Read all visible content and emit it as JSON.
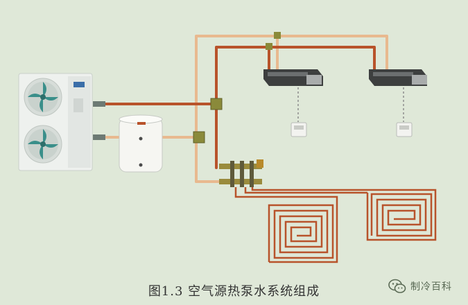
{
  "caption": "图1.3 空气源热泵水系统组成",
  "watermark": {
    "text": "制冷百科",
    "icon": "wechat-icon"
  },
  "colors": {
    "background": "#dfe8d8",
    "supply_pipe": "#b8532b",
    "return_pipe": "#e8b98f",
    "unit_body": "#eef1ee",
    "fan_blade": "#3a8f8a",
    "tank": "#f6f6f2",
    "fan_coil": "#3d3f3f",
    "thermostat": "#f3f3f0"
  },
  "components": [
    {
      "id": "outdoor-unit",
      "label": ""
    },
    {
      "id": "water-tank",
      "label": ""
    },
    {
      "id": "fan-coil-1",
      "label": ""
    },
    {
      "id": "fan-coil-2",
      "label": ""
    },
    {
      "id": "thermostat-1",
      "label": ""
    },
    {
      "id": "thermostat-2",
      "label": ""
    },
    {
      "id": "manifold",
      "label": ""
    },
    {
      "id": "floor-heating-loop-1",
      "label": ""
    },
    {
      "id": "floor-heating-loop-2",
      "label": ""
    }
  ]
}
